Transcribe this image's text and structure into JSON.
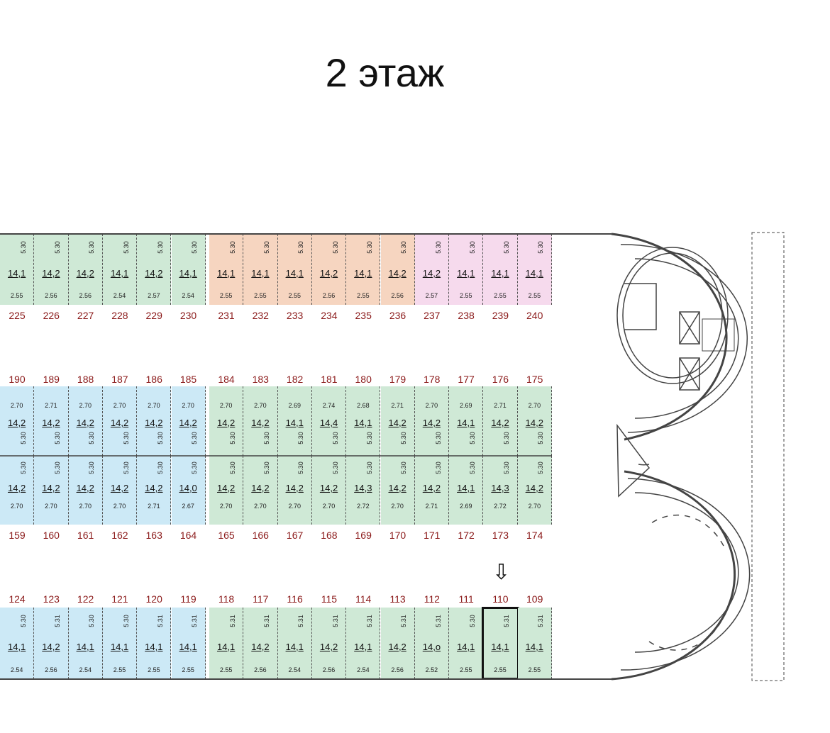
{
  "title": "2 этаж",
  "colors": {
    "green": "#cfe9d6",
    "salmon": "#f6d5c0",
    "pink": "#f6daed",
    "blue": "#cce9f6",
    "number": "#8b1a1a"
  },
  "highlighted_unit": "110",
  "rows": {
    "top": [
      {
        "num": "225",
        "area": "14,1",
        "w": "2.55",
        "d": "5.30",
        "c": "green"
      },
      {
        "num": "226",
        "area": "14,2",
        "w": "2.56",
        "d": "5.30",
        "c": "green"
      },
      {
        "num": "227",
        "area": "14,2",
        "w": "2.56",
        "d": "5.30",
        "c": "green"
      },
      {
        "num": "228",
        "area": "14,1",
        "w": "2.54",
        "d": "5.30",
        "c": "green"
      },
      {
        "num": "229",
        "area": "14,2",
        "w": "2.57",
        "d": "5.30",
        "c": "green"
      },
      {
        "num": "230",
        "area": "14,1",
        "w": "2.54",
        "d": "5.30",
        "c": "green"
      },
      {
        "num": "231",
        "area": "14,1",
        "w": "2.55",
        "d": "5.30",
        "c": "salmon"
      },
      {
        "num": "232",
        "area": "14,1",
        "w": "2.55",
        "d": "5.30",
        "c": "salmon"
      },
      {
        "num": "233",
        "area": "14,1",
        "w": "2.55",
        "d": "5.30",
        "c": "salmon"
      },
      {
        "num": "234",
        "area": "14,2",
        "w": "2.56",
        "d": "5.30",
        "c": "salmon"
      },
      {
        "num": "235",
        "area": "14,1",
        "w": "2.55",
        "d": "5.30",
        "c": "salmon"
      },
      {
        "num": "236",
        "area": "14,2",
        "w": "2.56",
        "d": "5.30",
        "c": "salmon"
      },
      {
        "num": "237",
        "area": "14,2",
        "w": "2.57",
        "d": "5.30",
        "c": "pink"
      },
      {
        "num": "238",
        "area": "14,1",
        "w": "2.55",
        "d": "5.30",
        "c": "pink"
      },
      {
        "num": "239",
        "area": "14,1",
        "w": "2.55",
        "d": "5.30",
        "c": "pink"
      },
      {
        "num": "240",
        "area": "14,1",
        "w": "2.55",
        "d": "5.30",
        "c": "pink"
      }
    ],
    "middle_upper": [
      {
        "num": "190",
        "area": "14,2",
        "w": "2.70",
        "d": "5.30",
        "c": "blue"
      },
      {
        "num": "189",
        "area": "14,2",
        "w": "2.71",
        "d": "5.30",
        "c": "blue"
      },
      {
        "num": "188",
        "area": "14,2",
        "w": "2.70",
        "d": "5.30",
        "c": "blue"
      },
      {
        "num": "187",
        "area": "14,2",
        "w": "2.70",
        "d": "5.30",
        "c": "blue"
      },
      {
        "num": "186",
        "area": "14,2",
        "w": "2.70",
        "d": "5.30",
        "c": "blue"
      },
      {
        "num": "185",
        "area": "14,2",
        "w": "2.70",
        "d": "5.30",
        "c": "blue"
      },
      {
        "num": "184",
        "area": "14,2",
        "w": "2.70",
        "d": "5.30",
        "c": "green"
      },
      {
        "num": "183",
        "area": "14,2",
        "w": "2.70",
        "d": "5.30",
        "c": "green"
      },
      {
        "num": "182",
        "area": "14,1",
        "w": "2.69",
        "d": "5.30",
        "c": "green"
      },
      {
        "num": "181",
        "area": "14,4",
        "w": "2.74",
        "d": "5.30",
        "c": "green"
      },
      {
        "num": "180",
        "area": "14,1",
        "w": "2.68",
        "d": "5.30",
        "c": "green"
      },
      {
        "num": "179",
        "area": "14,2",
        "w": "2.71",
        "d": "5.30",
        "c": "green"
      },
      {
        "num": "178",
        "area": "14,2",
        "w": "2.70",
        "d": "5.30",
        "c": "green"
      },
      {
        "num": "177",
        "area": "14,1",
        "w": "2.69",
        "d": "5.30",
        "c": "green"
      },
      {
        "num": "176",
        "area": "14,2",
        "w": "2.71",
        "d": "5.30",
        "c": "green"
      },
      {
        "num": "175",
        "area": "14,2",
        "w": "2.70",
        "d": "5.30",
        "c": "green"
      }
    ],
    "middle_lower": [
      {
        "num": "159",
        "area": "14,2",
        "w": "2.70",
        "d": "5.30",
        "c": "blue"
      },
      {
        "num": "160",
        "area": "14,2",
        "w": "2.70",
        "d": "5.30",
        "c": "blue"
      },
      {
        "num": "161",
        "area": "14,2",
        "w": "2.70",
        "d": "5.30",
        "c": "blue"
      },
      {
        "num": "162",
        "area": "14,2",
        "w": "2.70",
        "d": "5.30",
        "c": "blue"
      },
      {
        "num": "163",
        "area": "14,2",
        "w": "2.71",
        "d": "5.30",
        "c": "blue"
      },
      {
        "num": "164",
        "area": "14,0",
        "w": "2.67",
        "d": "5.30",
        "c": "blue"
      },
      {
        "num": "165",
        "area": "14,2",
        "w": "2.70",
        "d": "5.30",
        "c": "green"
      },
      {
        "num": "166",
        "area": "14,2",
        "w": "2.70",
        "d": "5.30",
        "c": "green"
      },
      {
        "num": "167",
        "area": "14,2",
        "w": "2.70",
        "d": "5.30",
        "c": "green"
      },
      {
        "num": "168",
        "area": "14,2",
        "w": "2.70",
        "d": "5.30",
        "c": "green"
      },
      {
        "num": "169",
        "area": "14,3",
        "w": "2.72",
        "d": "5.30",
        "c": "green"
      },
      {
        "num": "170",
        "area": "14,2",
        "w": "2.70",
        "d": "5.30",
        "c": "green"
      },
      {
        "num": "171",
        "area": "14,2",
        "w": "2.71",
        "d": "5.30",
        "c": "green"
      },
      {
        "num": "172",
        "area": "14,1",
        "w": "2.69",
        "d": "5.30",
        "c": "green"
      },
      {
        "num": "173",
        "area": "14,3",
        "w": "2.72",
        "d": "5.30",
        "c": "green"
      },
      {
        "num": "174",
        "area": "14,2",
        "w": "2.70",
        "d": "5.30",
        "c": "green"
      }
    ],
    "bottom": [
      {
        "num": "124",
        "area": "14,1",
        "w": "2.54",
        "d": "5.30",
        "c": "blue"
      },
      {
        "num": "123",
        "area": "14,2",
        "w": "2.56",
        "d": "5.31",
        "c": "blue"
      },
      {
        "num": "122",
        "area": "14,1",
        "w": "2.54",
        "d": "5.30",
        "c": "blue"
      },
      {
        "num": "121",
        "area": "14,1",
        "w": "2.55",
        "d": "5.30",
        "c": "blue"
      },
      {
        "num": "120",
        "area": "14,1",
        "w": "2.55",
        "d": "5.31",
        "c": "blue"
      },
      {
        "num": "119",
        "area": "14,1",
        "w": "2.55",
        "d": "5.31",
        "c": "blue"
      },
      {
        "num": "118",
        "area": "14,1",
        "w": "2.55",
        "d": "5.31",
        "c": "green"
      },
      {
        "num": "117",
        "area": "14,2",
        "w": "2.56",
        "d": "5.31",
        "c": "green"
      },
      {
        "num": "116",
        "area": "14,1",
        "w": "2.54",
        "d": "5.31",
        "c": "green"
      },
      {
        "num": "115",
        "area": "14,2",
        "w": "2.56",
        "d": "5.31",
        "c": "green"
      },
      {
        "num": "114",
        "area": "14,1",
        "w": "2.54",
        "d": "5.31",
        "c": "green"
      },
      {
        "num": "113",
        "area": "14,2",
        "w": "2.56",
        "d": "5.31",
        "c": "green"
      },
      {
        "num": "112",
        "area": "14,o",
        "w": "2.52",
        "d": "5.31",
        "c": "green"
      },
      {
        "num": "111",
        "area": "14,1",
        "w": "2.55",
        "d": "5.30",
        "c": "green"
      },
      {
        "num": "110",
        "area": "14,1",
        "w": "2.55",
        "d": "5.31",
        "c": "green"
      },
      {
        "num": "109",
        "area": "14,1",
        "w": "2.55",
        "d": "5.31",
        "c": "green"
      }
    ]
  }
}
